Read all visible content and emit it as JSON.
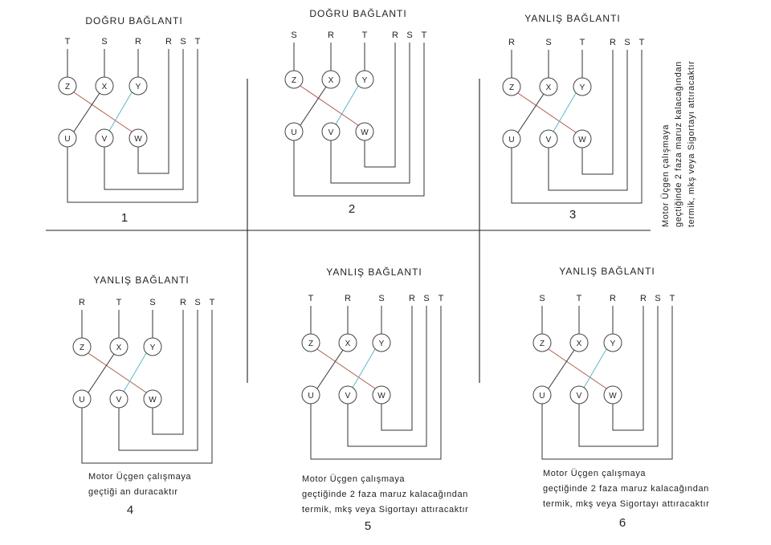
{
  "colors": {
    "background": "#ffffff",
    "line": "#333333",
    "cross_red": "#b05a4a",
    "cross_blue": "#5cb8c8"
  },
  "terminals_top": [
    "Z",
    "X",
    "Y"
  ],
  "terminals_bottom": [
    "U",
    "V",
    "W"
  ],
  "panels": [
    {
      "title": "DOĞRU BAĞLANTI",
      "number": "1",
      "phases_top": [
        "T",
        "S",
        "R"
      ],
      "phases_right": [
        "R",
        "S",
        "T"
      ],
      "note": []
    },
    {
      "title": "DOĞRU BAĞLANTI",
      "number": "2",
      "phases_top": [
        "S",
        "R",
        "T"
      ],
      "phases_right": [
        "R",
        "S",
        "T"
      ],
      "note": []
    },
    {
      "title": "YANLIŞ BAĞLANTI",
      "number": "3",
      "phases_top": [
        "R",
        "S",
        "T"
      ],
      "phases_right": [
        "R",
        "S",
        "T"
      ],
      "note": []
    },
    {
      "title": "YANLIŞ BAĞLANTI",
      "number": "4",
      "phases_top": [
        "R",
        "T",
        "S"
      ],
      "phases_right": [
        "R",
        "S",
        "T"
      ],
      "note": [
        "Motor Üçgen çalışmaya",
        "geçtiği an duracaktır"
      ]
    },
    {
      "title": "YANLIŞ BAĞLANTI",
      "number": "5",
      "phases_top": [
        "T",
        "R",
        "S"
      ],
      "phases_right": [
        "R",
        "S",
        "T"
      ],
      "note": [
        "Motor Üçgen çalışmaya",
        "geçtiğinde 2 faza maruz kalacağından",
        "termik, mkş veya Sigortayı attıracaktır"
      ]
    },
    {
      "title": "YANLIŞ BAĞLANTI",
      "number": "6",
      "phases_top": [
        "S",
        "T",
        "R"
      ],
      "phases_right": [
        "R",
        "S",
        "T"
      ],
      "note": [
        "Motor Üçgen çalışmaya",
        "geçtiğinde 2 faza maruz kalacağından",
        "termik, mkş veya Sigortayı attıracaktır"
      ]
    }
  ],
  "side_note": [
    "Motor Üçgen çalışmaya",
    "geçtiğinde 2 faza maruz kalacağından",
    "termik, mkş veya Sigortayı attıracaktır"
  ]
}
